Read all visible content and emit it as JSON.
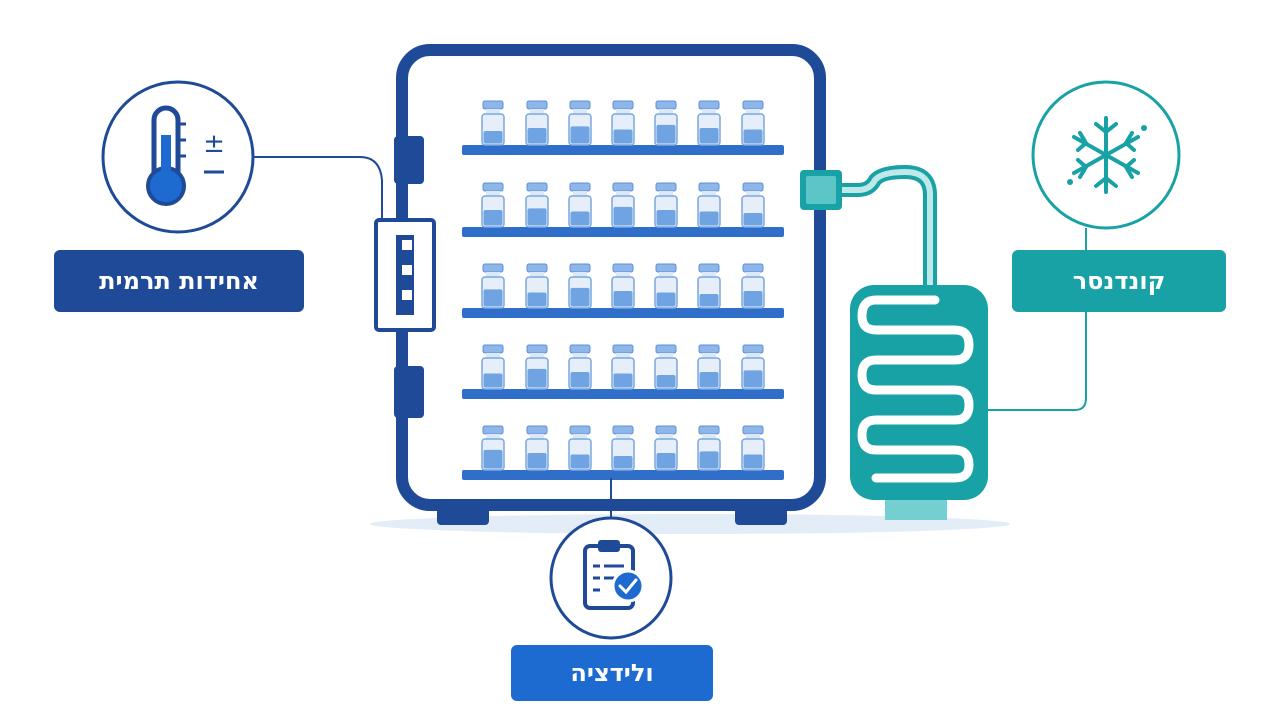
{
  "labels": {
    "thermal_unit": "אחידות תרמית",
    "condenser": "קונדנסר",
    "validation": "ולידציה"
  },
  "icons": {
    "thermal": "thermometer-icon",
    "condenser": "snowflake-icon",
    "validation": "clipboard-check-icon"
  },
  "colors": {
    "navy": "#1e4a97",
    "blue": "#1d6bd0",
    "teal": "#18a2a5",
    "vial": "#a9c8ef",
    "vial_fill": "#4f8fd9"
  }
}
